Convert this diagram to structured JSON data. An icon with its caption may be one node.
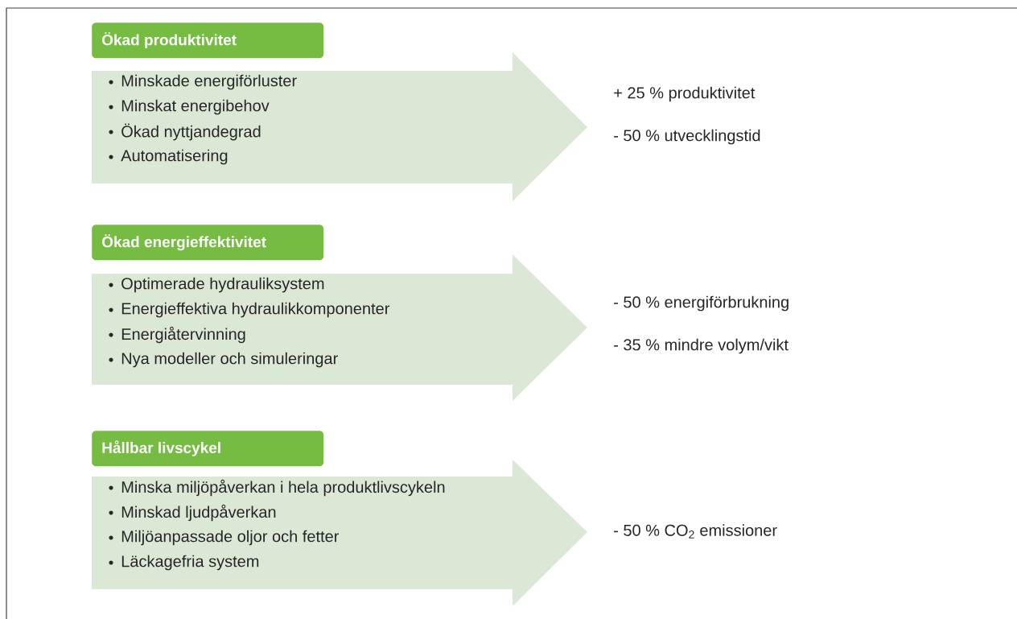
{
  "diagram": {
    "nodes": [
      {
        "text": [
          "Ökad produktivitet"
        ]
      },
      {
        "text": [
          "Minskade energiförluster",
          "Minskat energibehov",
          "Ökad nyttjandegrad",
          "Automatisering"
        ]
      },
      {
        "text": [
          "Ökad energieffektivitet"
        ]
      },
      {
        "text": [
          "Optimerade hydrauliksystem",
          "Energieffektiva hydraulikkomponenter",
          "Energiåtervinning",
          "Nya modeller och simuleringar"
        ]
      },
      {
        "text": [
          "Hållbar livscykel"
        ]
      },
      {
        "text": [
          "Minska miljöpåverkan i hela produktlivscykeln",
          "Minskad ljudpåverkan",
          "Miljöanpassade oljor och fetter",
          "Läckagefria system"
        ]
      }
    ],
    "labels": [
      "+ 25 % produktivitet",
      "- 50 % utvecklingstid",
      "- 50 % energiförbrukning",
      "- 35 % mindre volym/vikt",
      "- 50 % CO$_{2}$ emissioner"
    ]
  }
}
